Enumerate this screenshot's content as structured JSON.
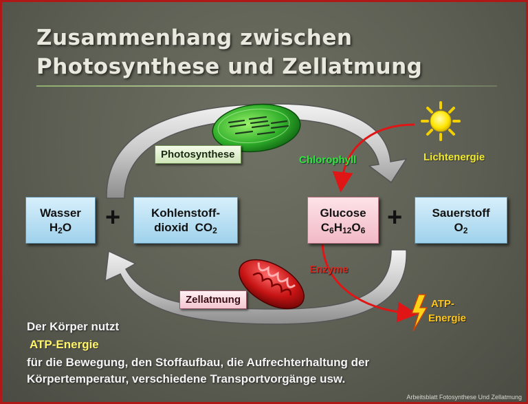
{
  "title_line1": "Zusammenhang zwischen",
  "title_line2": "Photosynthese und Zellatmung",
  "boxes": {
    "wasser": {
      "line1": "Wasser",
      "formula_main": "H",
      "formula_sub": "2",
      "formula_end": "O"
    },
    "kohlendioxid": {
      "line1": "Kohlenstoff-",
      "line2": "dioxid",
      "formula_main": "CO",
      "formula_sub": "2"
    },
    "glucose": {
      "line1": "Glucose",
      "c": "C",
      "c_sub": "6",
      "h": "H",
      "h_sub": "12",
      "o": "O",
      "o_sub": "6"
    },
    "sauerstoff": {
      "line1": "Sauerstoff",
      "formula_main": "O",
      "formula_sub": "2"
    }
  },
  "plus": "+",
  "labels": {
    "photosynthese": "Photosynthese",
    "zellatmung": "Zellatmung",
    "chlorophyll": "Chlorophyll",
    "lichtenergie": "Lichtenergie",
    "enzyme": "Enzyme",
    "atp_line1": "ATP-",
    "atp_line2": "Energie"
  },
  "body": {
    "line1": "Der Körper nutzt",
    "highlight": "ATP-Energie",
    "line3": "für die Bewegung, den Stoffaufbau, die Aufrechterhaltung der",
    "line4": "Körpertemperatur, verschiedene Transportvorgänge usw."
  },
  "caption": "Arbeitsblatt Fotosynthese Und Zellatmung",
  "colors": {
    "box_blue": "#bfe3f5",
    "box_pink": "#f8cdd6",
    "chlorophyll_green": "#35e43a",
    "lichtenergie_yellow": "#f1ea2b",
    "enzyme_red": "#d82a1e",
    "atp_orange": "#ffc61a",
    "red_arrow": "#e01515"
  },
  "icons": [
    "sun-icon",
    "chloroplast-icon",
    "mitochondrion-icon",
    "lightning-icon"
  ]
}
